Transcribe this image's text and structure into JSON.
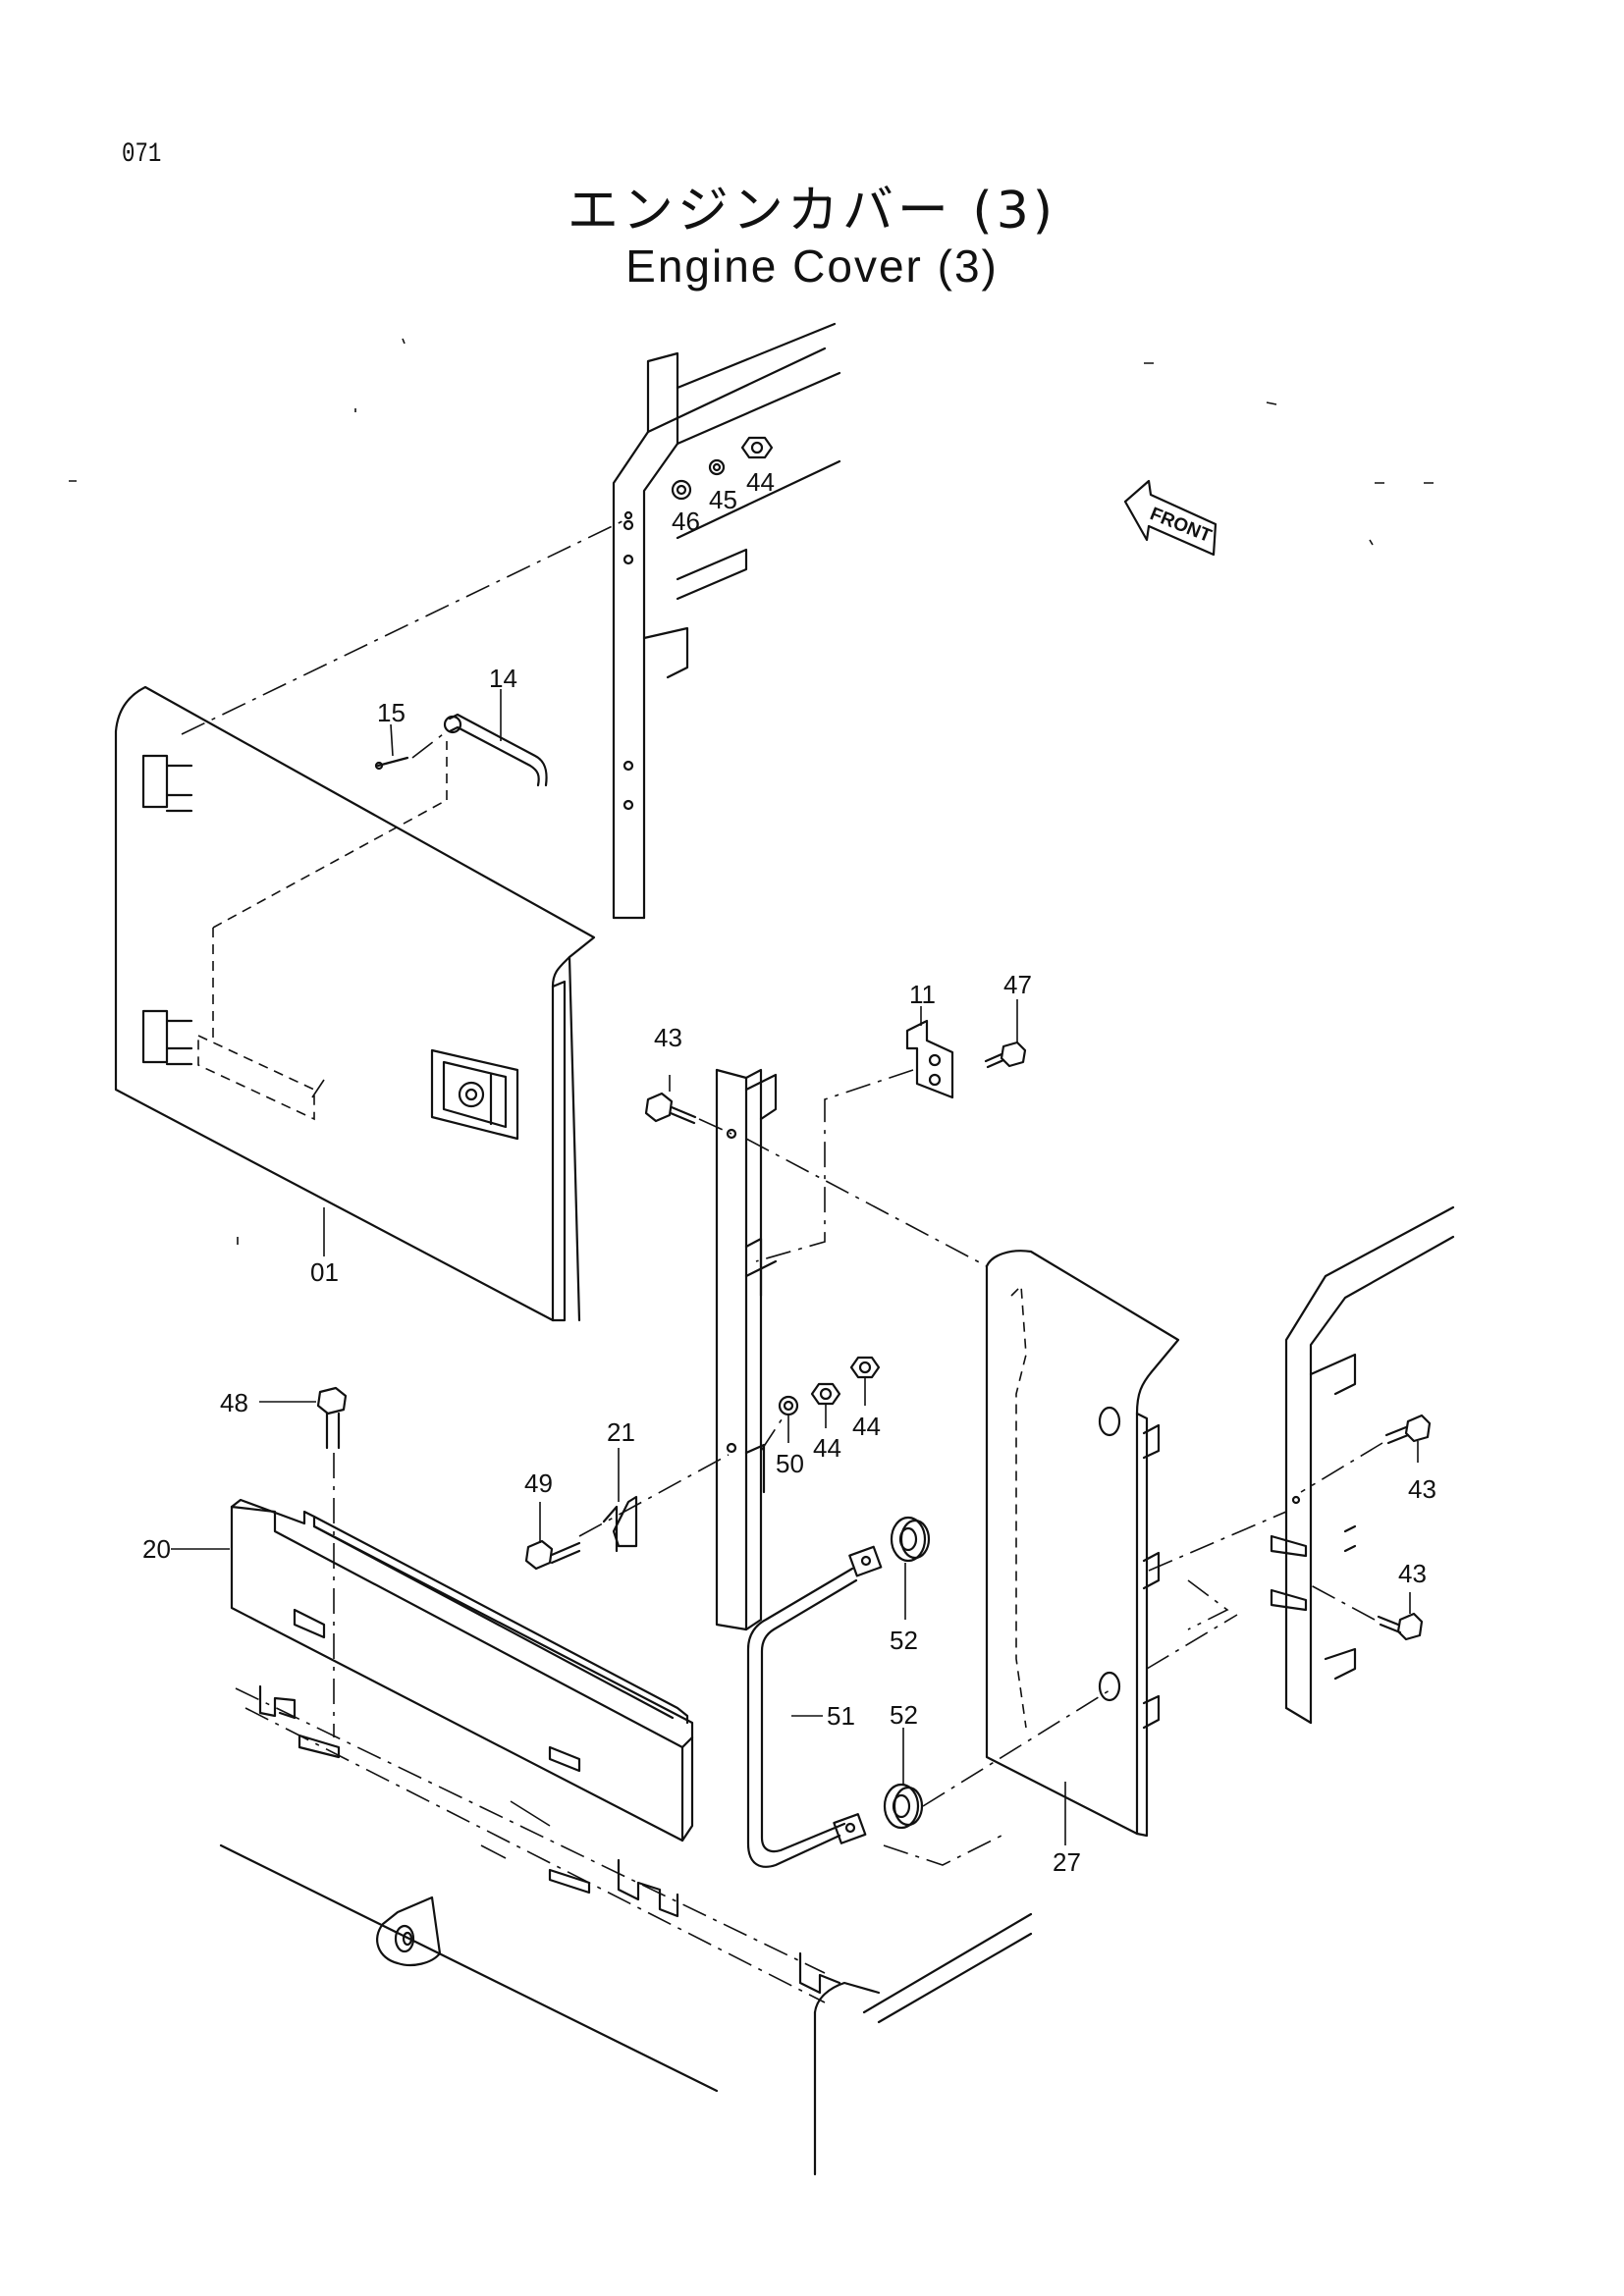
{
  "page_number": "071",
  "title_jp": "エンジンカバー (3)",
  "title_en": "Engine Cover (3)",
  "front_arrow_label": "FRONT",
  "callouts": {
    "c01": "01",
    "c11": "11",
    "c14": "14",
    "c15": "15",
    "c20": "20",
    "c21": "21",
    "c27": "27",
    "c43a": "43",
    "c43b": "43",
    "c43c": "43",
    "c44a": "44",
    "c44b": "44",
    "c44c": "44",
    "c45": "45",
    "c46": "46",
    "c47": "47",
    "c48": "48",
    "c49": "49",
    "c50": "50",
    "c51": "51",
    "c52a": "52",
    "c52b": "52"
  }
}
